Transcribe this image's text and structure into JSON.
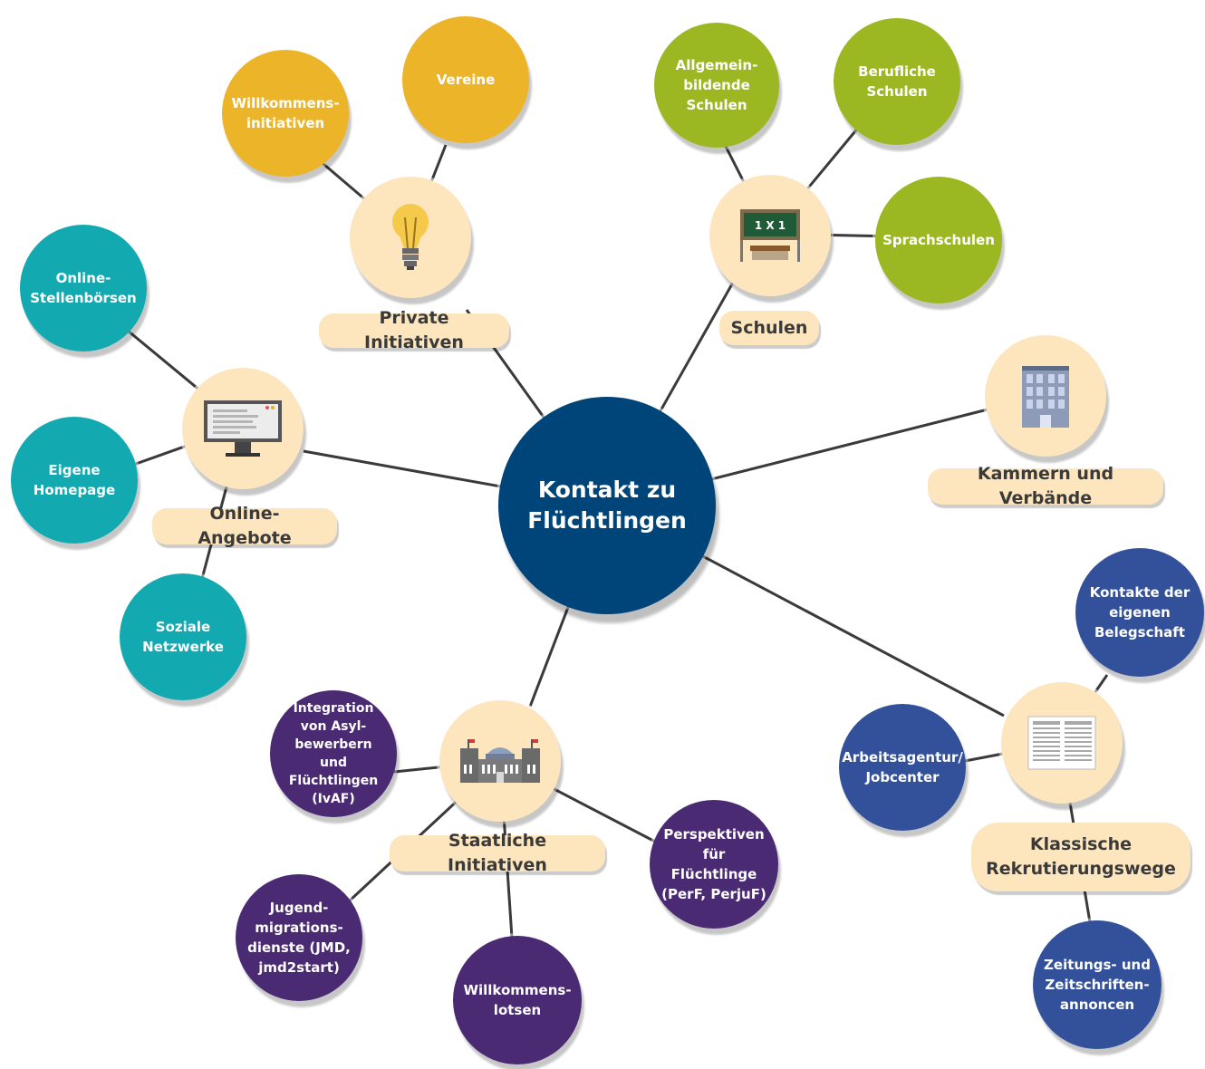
{
  "center": {
    "title": "Kontakt zu\nFlüchtlingen",
    "color": "#00457a"
  },
  "colors": {
    "private": "#ecb428",
    "schulen": "#9bb823",
    "online": "#12aab0",
    "klassisch": "#33519a",
    "staatlich": "#4a2a72",
    "hub": "#fde6bd",
    "line": "#3a3a3a"
  },
  "groups": {
    "private": {
      "label": "Private Initiativen",
      "icon": "light-bulb-icon",
      "items": [
        "Willkommens-\ninitiativen",
        "Vereine"
      ]
    },
    "schulen": {
      "label": "Schulen",
      "icon": "blackboard-icon",
      "board_text": "1 X 1",
      "items": [
        "Allgemein-\nbildende\nSchulen",
        "Berufliche\nSchulen",
        "Sprachschulen"
      ]
    },
    "kammern": {
      "label": "Kammern und Verbände",
      "icon": "office-building-icon"
    },
    "online": {
      "label": "Online-Angebote",
      "icon": "computer-monitor-icon",
      "items": [
        "Online-\nStellenbörsen",
        "Eigene\nHomepage",
        "Soziale\nNetzwerke"
      ]
    },
    "klassisch": {
      "label": "Klassische\nRekrutierungswege",
      "icon": "newspaper-icon",
      "items": [
        "Kontakte der\neigenen\nBelegschaft",
        "Arbeitsagentur/\nJobcenter",
        "Zeitungs- und\nZeitschriften-\nannoncen"
      ]
    },
    "staatlich": {
      "label": "Staatliche Initiativen",
      "icon": "government-building-icon",
      "items": [
        "Integration\nvon Asyl-\nbewerbern und\nFlüchtlingen\n(IvAF)",
        "Perspektiven\nfür Flüchtlinge\n(PerF, PerjuF)",
        "Jugend-\nmigrations-\ndienste (JMD,\njmd2start)",
        "Willkommens-\nlotsen"
      ]
    }
  }
}
